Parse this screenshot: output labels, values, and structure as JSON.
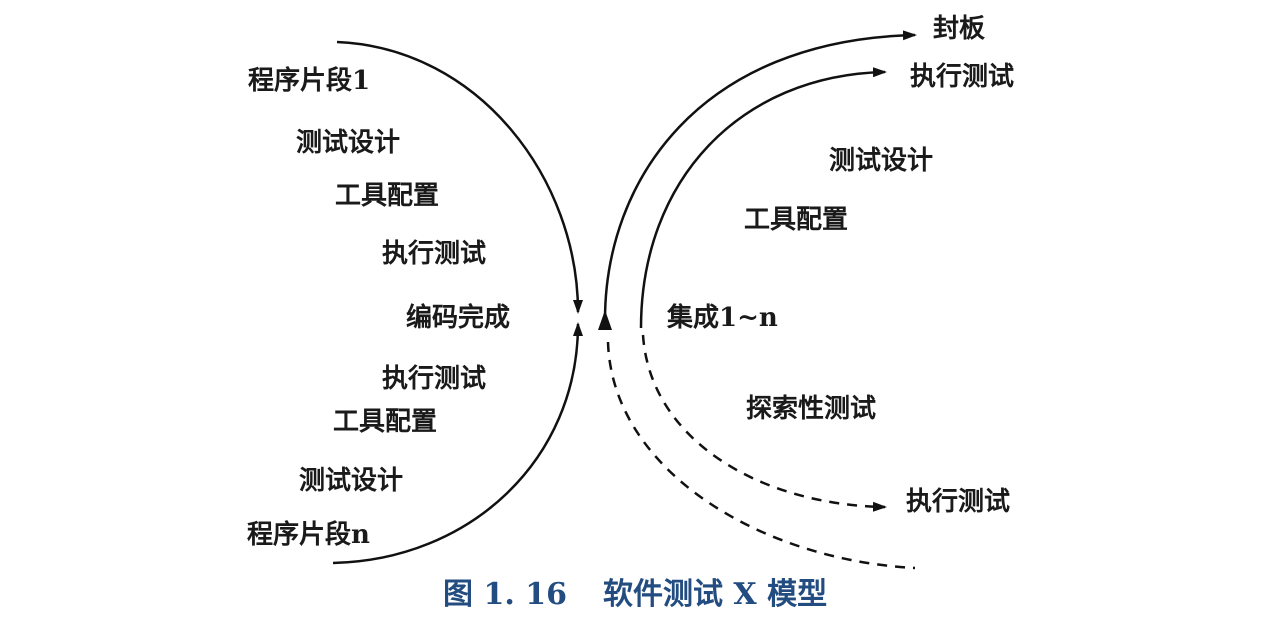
{
  "left_labels": [
    "程序片段1",
    "测试设计",
    "工具配置",
    "执行测试",
    "编码完成",
    "执行测试",
    "工具配置",
    "测试设计",
    "程序片段n"
  ],
  "right_labels": {
    "top_outer": "封板",
    "top_inner": "执行测试",
    "design": "测试设计",
    "tool": "工具配置",
    "integration": "集成1~n",
    "exploratory": "探索性测试",
    "bottom": "执行测试"
  },
  "caption": {
    "number": "图 1. 16",
    "title": "软件测试 X 模型"
  },
  "colors": {
    "line": "#111111",
    "caption": "#234d80"
  }
}
